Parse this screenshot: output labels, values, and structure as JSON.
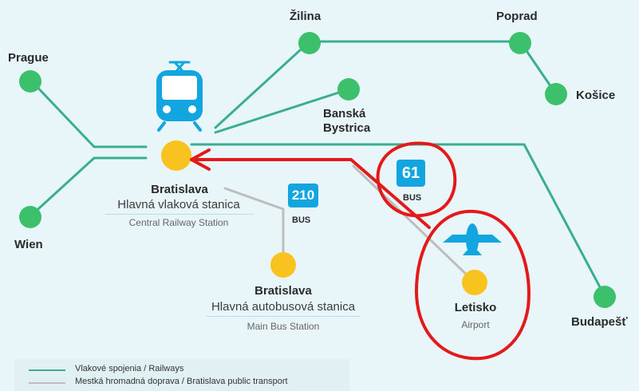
{
  "cities": {
    "zilina": "Žilina",
    "poprad": "Poprad",
    "prague": "Prague",
    "kosice": "Košice",
    "banska": "Banská\nBystrica",
    "wien": "Wien",
    "budapest": "Budapešť"
  },
  "hubs": {
    "railway": {
      "title": "Bratislava",
      "sub": "Hlavná vlaková stanica",
      "en": "Central Railway Station"
    },
    "bus_station": {
      "title": "Bratislava",
      "sub": "Hlavná autobusová stanica",
      "en": "Main Bus Station"
    },
    "airport": {
      "title": "Letisko",
      "en": "Airport"
    }
  },
  "bus_lines": [
    {
      "number": "210",
      "label": "BUS"
    },
    {
      "number": "61",
      "label": "BUS"
    }
  ],
  "legend": {
    "railways": "Vlakové spojenia / Railways",
    "public_transport": "Mestká hromadná doprava / Bratislava public transport"
  },
  "colors": {
    "rail_line": "#3aaf8f",
    "public_line": "#bdbdbd",
    "station": "#3cc06b",
    "hub": "#f9c31f",
    "bus_badge": "#13a5e0",
    "icon": "#13a5e0",
    "annotation": "#e31a1a"
  },
  "icons": [
    "train-icon",
    "airplane-icon"
  ]
}
